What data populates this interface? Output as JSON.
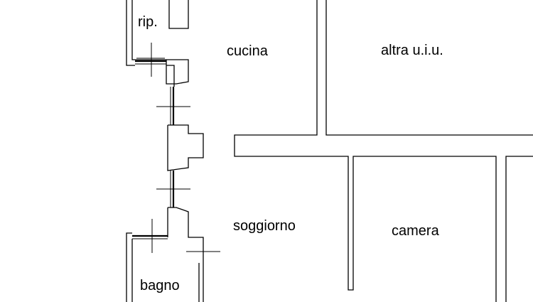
{
  "rooms": {
    "ripostiglio": "rip.",
    "cucina": "cucina",
    "altra_uiu": "altra u.i.u.",
    "soggiorno": "soggiorno",
    "camera": "camera",
    "bagno": "bagno"
  }
}
